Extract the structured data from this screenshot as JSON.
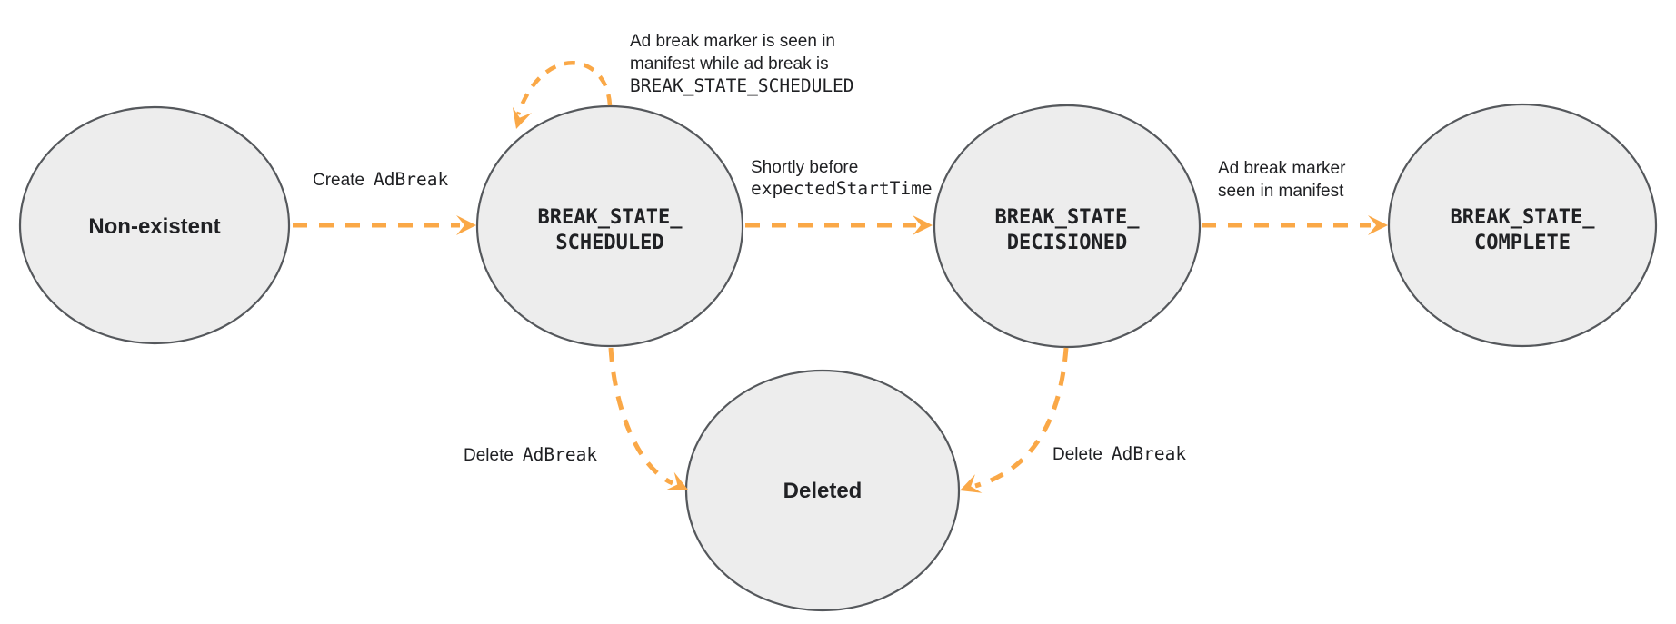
{
  "diagram": {
    "colors": {
      "arrow": "#FAA847",
      "state_fill": "#EDEDED",
      "state_border": "#55585C",
      "text": "#202124"
    },
    "states": {
      "non_existent": {
        "label": "Non-existent"
      },
      "scheduled": {
        "line1": "BREAK_STATE_",
        "line2": "SCHEDULED"
      },
      "decisioned": {
        "line1": "BREAK_STATE_",
        "line2": "DECISIONED"
      },
      "complete": {
        "line1": "BREAK_STATE_",
        "line2": "COMPLETE"
      },
      "deleted": {
        "label": "Deleted"
      }
    },
    "transitions": {
      "create": {
        "plain": "Create",
        "code": "AdBreak"
      },
      "marker_while_scheduled": {
        "line1": "Ad break marker is seen in",
        "line2": "manifest while ad break is",
        "line3_code": "BREAK_STATE_SCHEDULED"
      },
      "to_decisioned": {
        "line1": "Shortly before",
        "line2_code": "expectedStartTime"
      },
      "to_complete": {
        "line1": "Ad break marker",
        "line2": "seen in manifest"
      },
      "delete_from_scheduled": {
        "plain": "Delete",
        "code": "AdBreak"
      },
      "delete_from_decisioned": {
        "plain": "Delete",
        "code": "AdBreak"
      }
    }
  }
}
